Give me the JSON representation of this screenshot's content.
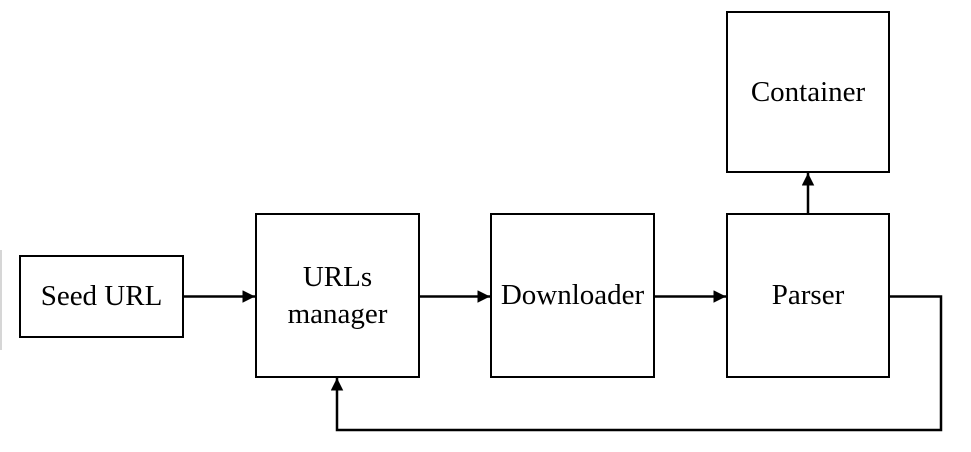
{
  "diagram": {
    "type": "flowchart",
    "background_color": "#ffffff",
    "line_color": "#000000",
    "box_fill_color": "#ffffff",
    "text_color": "#000000",
    "nodes": [
      {
        "id": "seed-url",
        "label": "Seed URL"
      },
      {
        "id": "urls-manager",
        "label": "URLs manager"
      },
      {
        "id": "downloader",
        "label": "Downloader"
      },
      {
        "id": "parser",
        "label": "Parser"
      },
      {
        "id": "container",
        "label": "Container"
      }
    ],
    "edges": [
      {
        "from": "seed-url",
        "to": "urls-manager",
        "style": "arrow",
        "route": "straight-right"
      },
      {
        "from": "urls-manager",
        "to": "downloader",
        "style": "arrow",
        "route": "straight-right"
      },
      {
        "from": "downloader",
        "to": "parser",
        "style": "arrow",
        "route": "straight-right"
      },
      {
        "from": "parser",
        "to": "container",
        "style": "arrow",
        "route": "straight-up"
      },
      {
        "from": "parser",
        "to": "urls-manager",
        "style": "arrow",
        "route": "feedback-loop-bottom"
      }
    ]
  }
}
